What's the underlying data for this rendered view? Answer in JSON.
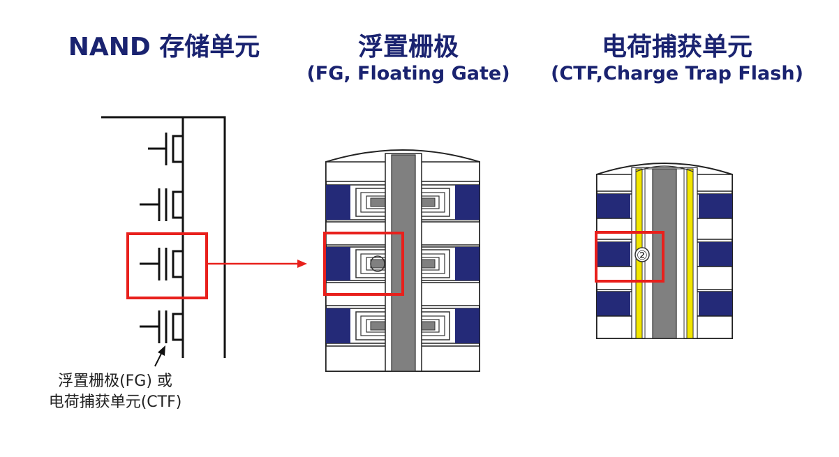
{
  "panels": {
    "nand": {
      "title": "NAND 存储单元"
    },
    "fg": {
      "title": "浮置栅极",
      "subtitle": "(FG, Floating Gate)"
    },
    "ctf": {
      "title": "电荷捕获单元",
      "subtitle": "(CTF,Charge Trap Flash)"
    }
  },
  "caption": {
    "line1": "浮置栅极(FG) 或",
    "line2": "电荷捕获单元(CTF)"
  },
  "ctf_marker": "②",
  "colors": {
    "title": "#1a2370",
    "navy_band": "#242a78",
    "channel": "#808080",
    "highlight": "#e8201c",
    "charge_trap": "#f2e600",
    "line": "#111111"
  }
}
